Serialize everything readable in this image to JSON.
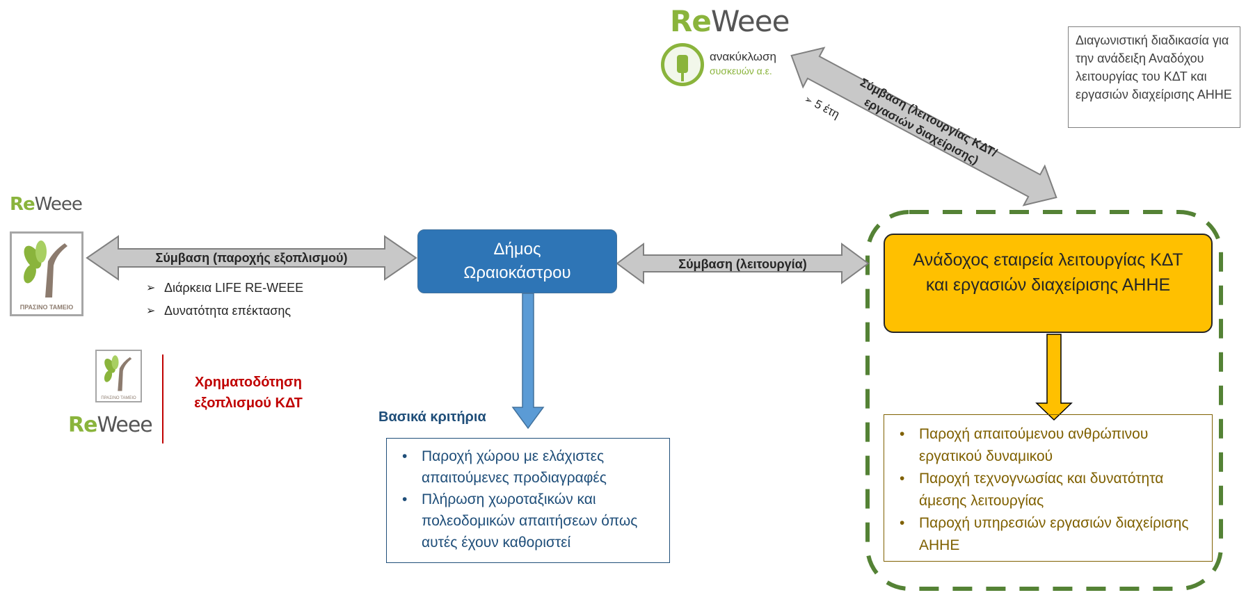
{
  "logos": {
    "reweee_re": "Re",
    "reweee_weee": "Weee",
    "recycling_line1": "ανακύκλωση",
    "recycling_line2": "συσκευών α.ε.",
    "green_fund": "ΠΡΑΣΙΝΟ ΤΑΜΕΙΟ"
  },
  "note_box": {
    "text": "Διαγωνιστική διαδικασία για την ανάδειξη Αναδόχου λειτουργίας του ΚΔΤ και εργασιών διαχείρισης ΑΗΗΕ"
  },
  "diagonal_arrow": {
    "label_line1": "Σύμβαση (λειτουργίας ΚΔΤ/",
    "label_line2": "εργασιών διαχείρισης)",
    "duration": "5 έτη"
  },
  "left_arrow": {
    "label": "Σύμβαση (παροχής εξοπλισμού)",
    "bullets": [
      "Διάρκεια LIFE RE-WEEE",
      "Δυνατότητα επέκτασης"
    ]
  },
  "municipality": {
    "line1": "Δήμος",
    "line2": "Ωραιοκάστρου"
  },
  "middle_arrow": {
    "label": "Σύμβαση (λειτουργία)"
  },
  "contractor": {
    "text": "Ανάδοχος εταιρεία λειτουργίας ΚΔΤ και εργασιών διαχείρισης ΑΗΗΕ"
  },
  "funding": {
    "text": "Χρηματοδότηση εξοπλισμού ΚΔΤ"
  },
  "criteria": {
    "title": "Βασικά κριτήρια",
    "items": [
      "Παροχή χώρου με ελάχιστες απαιτούμενες προδιαγραφές",
      "Πλήρωση χωροταξικών και πολεοδομικών απαιτήσεων όπως αυτές έχουν καθοριστεί"
    ]
  },
  "services": {
    "items": [
      "Παροχή απαιτούμενου ανθρώπινου εργατικού δυναμικού",
      "Παροχή τεχνογνωσίας και δυνατότητα άμεσης λειτουργίας",
      "Παροχή υπηρεσιών εργασιών διαχείρισης ΑΗΗΕ"
    ]
  },
  "colors": {
    "municipality": "#2e75b6",
    "contractor": "#ffc000",
    "dashed_border": "#548235",
    "criteria_text": "#1f4e79",
    "services_text": "#7f6000",
    "funding_text": "#c00000",
    "arrow_grey": "#c8c8c8"
  }
}
